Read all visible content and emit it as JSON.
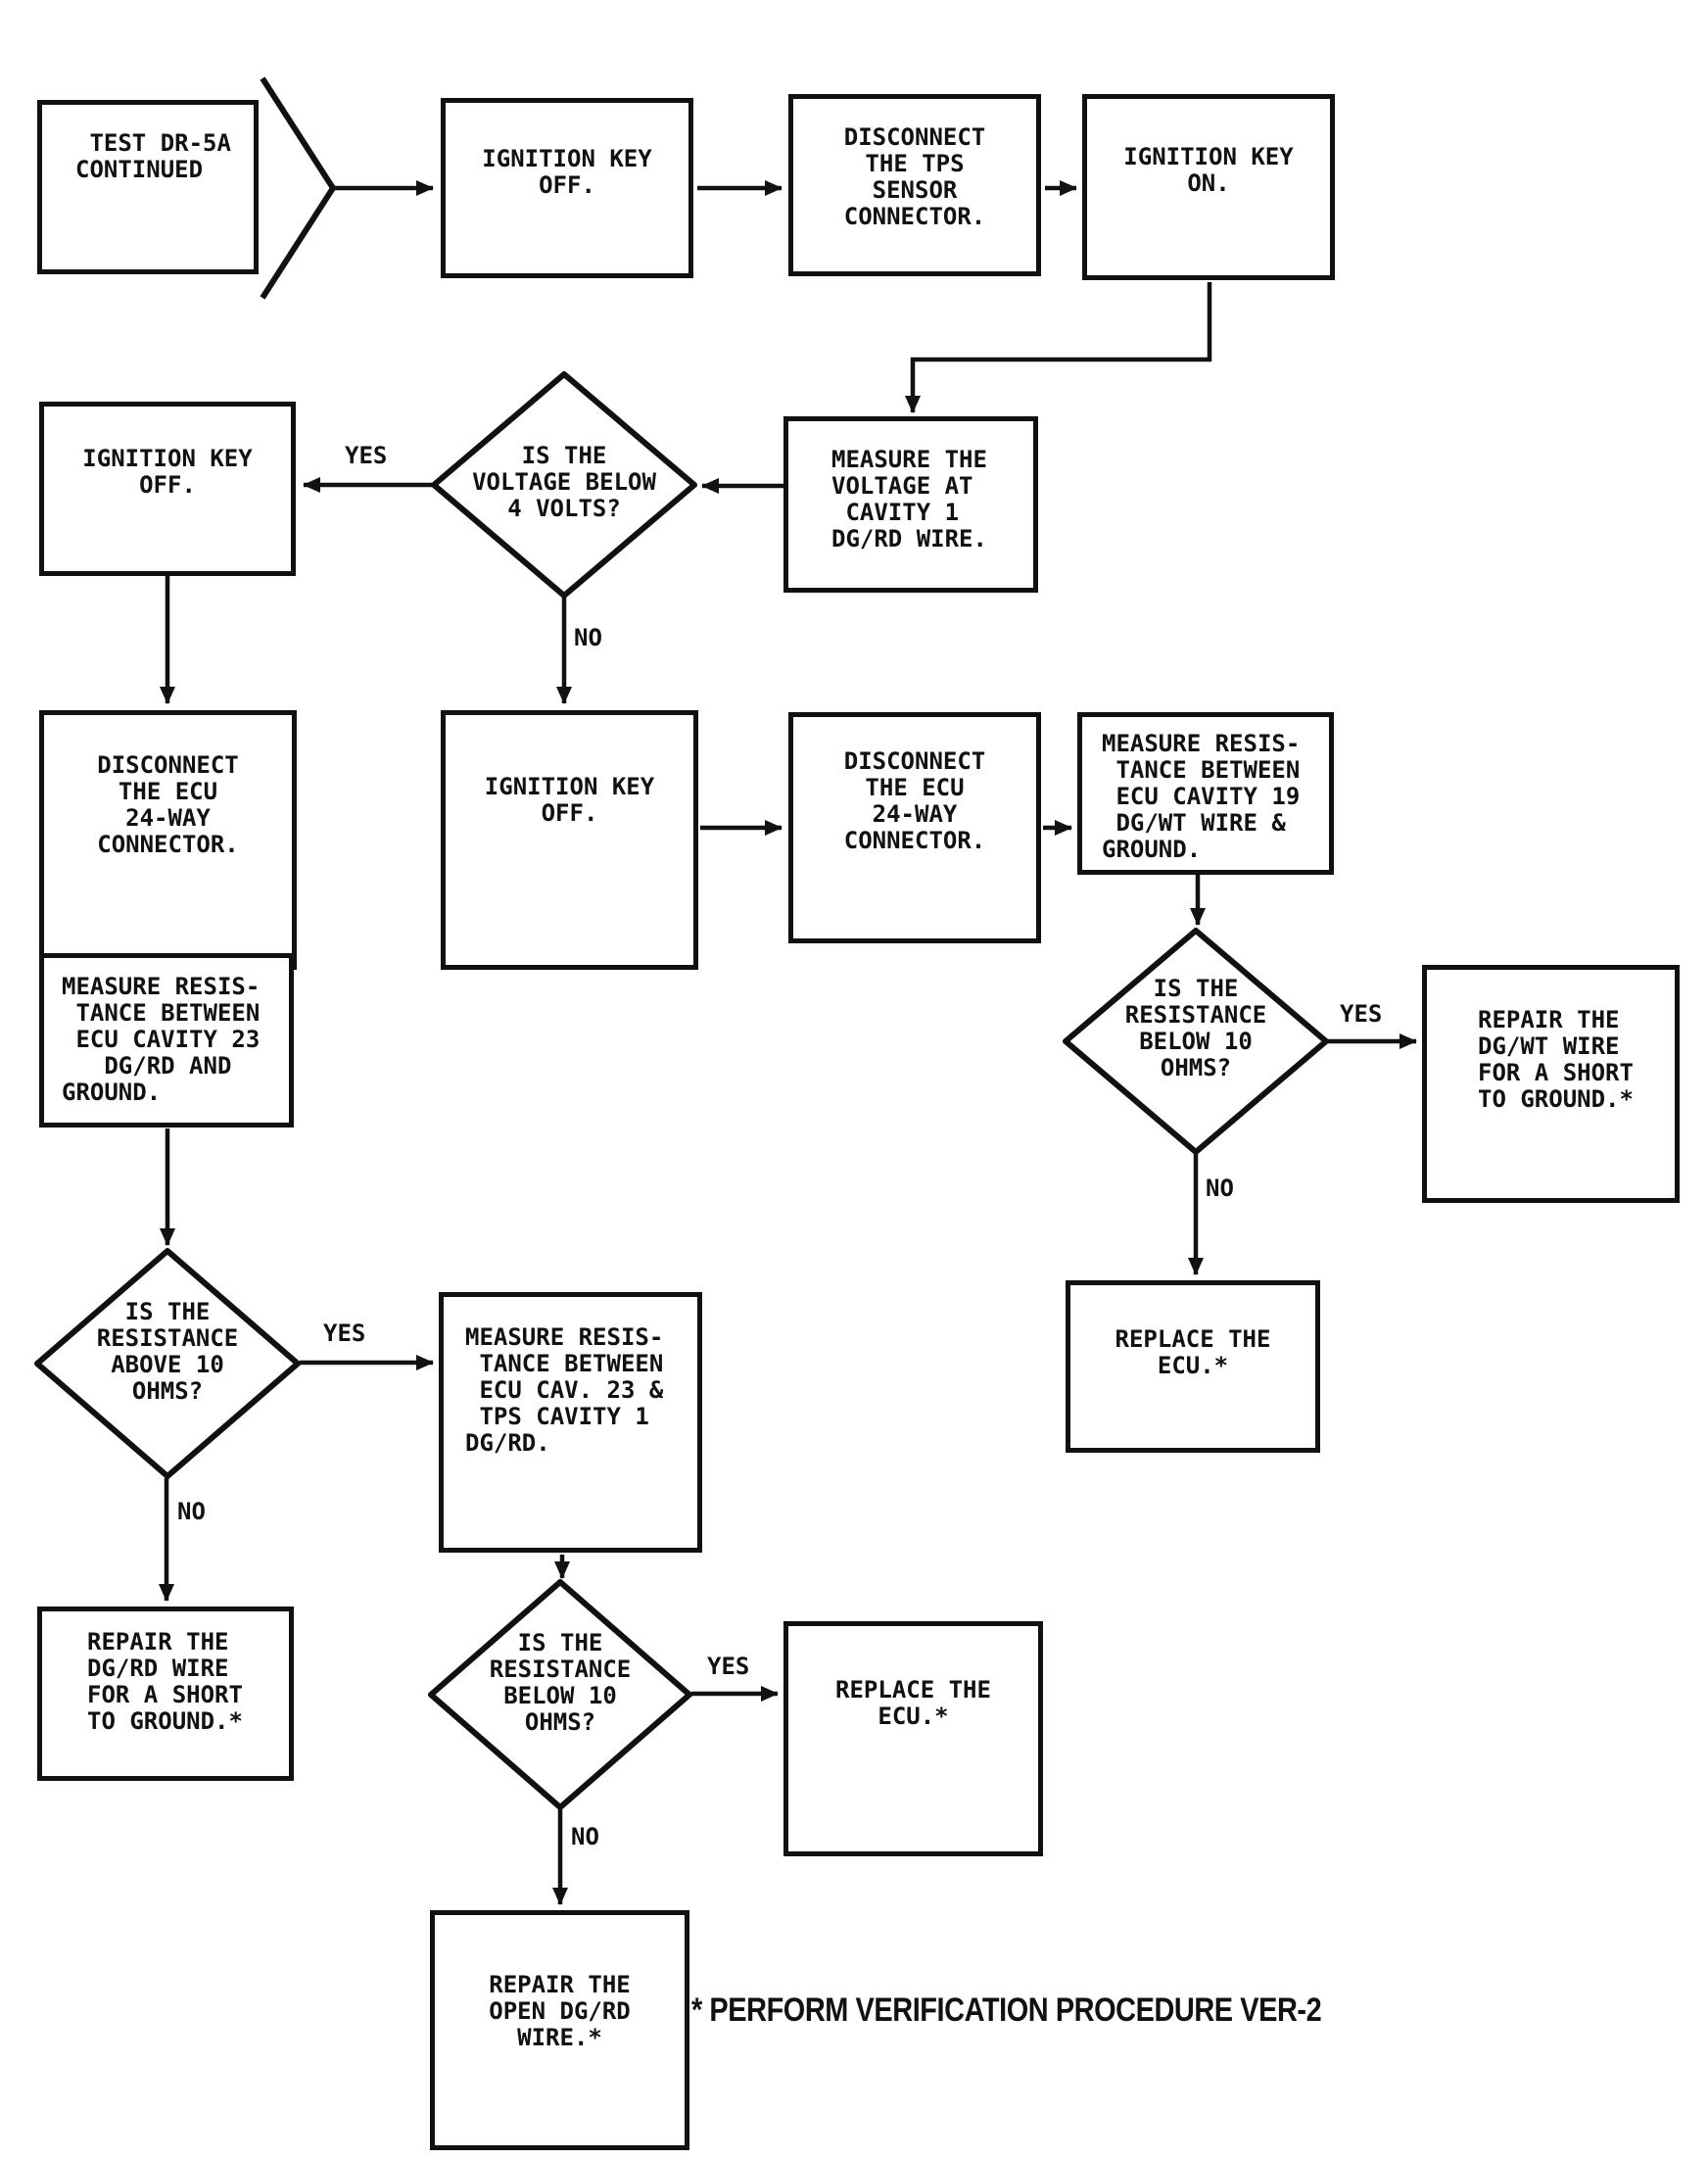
{
  "title": "TEST DR-5A CONTINUED diagnostic flowchart",
  "colors": {
    "ink": "#111111",
    "paper": "#ffffff"
  },
  "labels": {
    "yes": "YES",
    "no": "NO"
  },
  "footnote": "* PERFORM VERIFICATION PROCEDURE VER-2",
  "nodes": {
    "start": {
      "text": " TEST DR-5A\nCONTINUED"
    },
    "ignition_off_1": {
      "text": "IGNITION KEY\nOFF."
    },
    "disconnect_tps": {
      "text": "DISCONNECT\nTHE TPS\nSENSOR\nCONNECTOR."
    },
    "ignition_on": {
      "text": "IGNITION KEY\nON."
    },
    "ignition_off_2": {
      "text": "IGNITION KEY\nOFF."
    },
    "voltage_check": {
      "text": "IS THE\nVOLTAGE BELOW\n4 VOLTS?"
    },
    "measure_voltage": {
      "text": "MEASURE THE\nVOLTAGE AT\n CAVITY 1\nDG/RD WIRE."
    },
    "disconnect_ecu_1": {
      "text": "DISCONNECT\nTHE ECU\n24-WAY\nCONNECTOR."
    },
    "ignition_off_3": {
      "text": "IGNITION KEY\nOFF."
    },
    "disconnect_ecu_2": {
      "text": "DISCONNECT\nTHE ECU\n24-WAY\nCONNECTOR."
    },
    "measure_res_19": {
      "text": "MEASURE RESIS-\n TANCE BETWEEN\n ECU CAVITY 19\n DG/WT WIRE &\nGROUND."
    },
    "res_below_10_right": {
      "text": "IS THE\nRESISTANCE\nBELOW 10\nOHMS?"
    },
    "repair_dgwt": {
      "text": "REPAIR THE\nDG/WT WIRE\nFOR A SHORT\nTO GROUND.*"
    },
    "replace_ecu_right": {
      "text": "REPLACE THE\nECU.*"
    },
    "measure_res_23": {
      "text": "MEASURE RESIS-\n TANCE BETWEEN\n ECU CAVITY 23\n   DG/RD AND\nGROUND."
    },
    "res_above_10": {
      "text": "IS THE\nRESISTANCE\nABOVE 10\nOHMS?"
    },
    "measure_res_cav23_tps": {
      "text": "MEASURE RESIS-\n TANCE BETWEEN\n ECU CAV. 23 &\n TPS CAVITY 1\nDG/RD."
    },
    "repair_dgrd": {
      "text": "REPAIR THE\nDG/RD WIRE\nFOR A SHORT\nTO GROUND.*"
    },
    "res_below_10_mid": {
      "text": "IS THE\nRESISTANCE\nBELOW 10\nOHMS?"
    },
    "replace_ecu_mid": {
      "text": "REPLACE THE\nECU.*"
    },
    "repair_open_dgrd": {
      "text": "REPAIR THE\nOPEN DG/RD\nWIRE.*"
    }
  }
}
